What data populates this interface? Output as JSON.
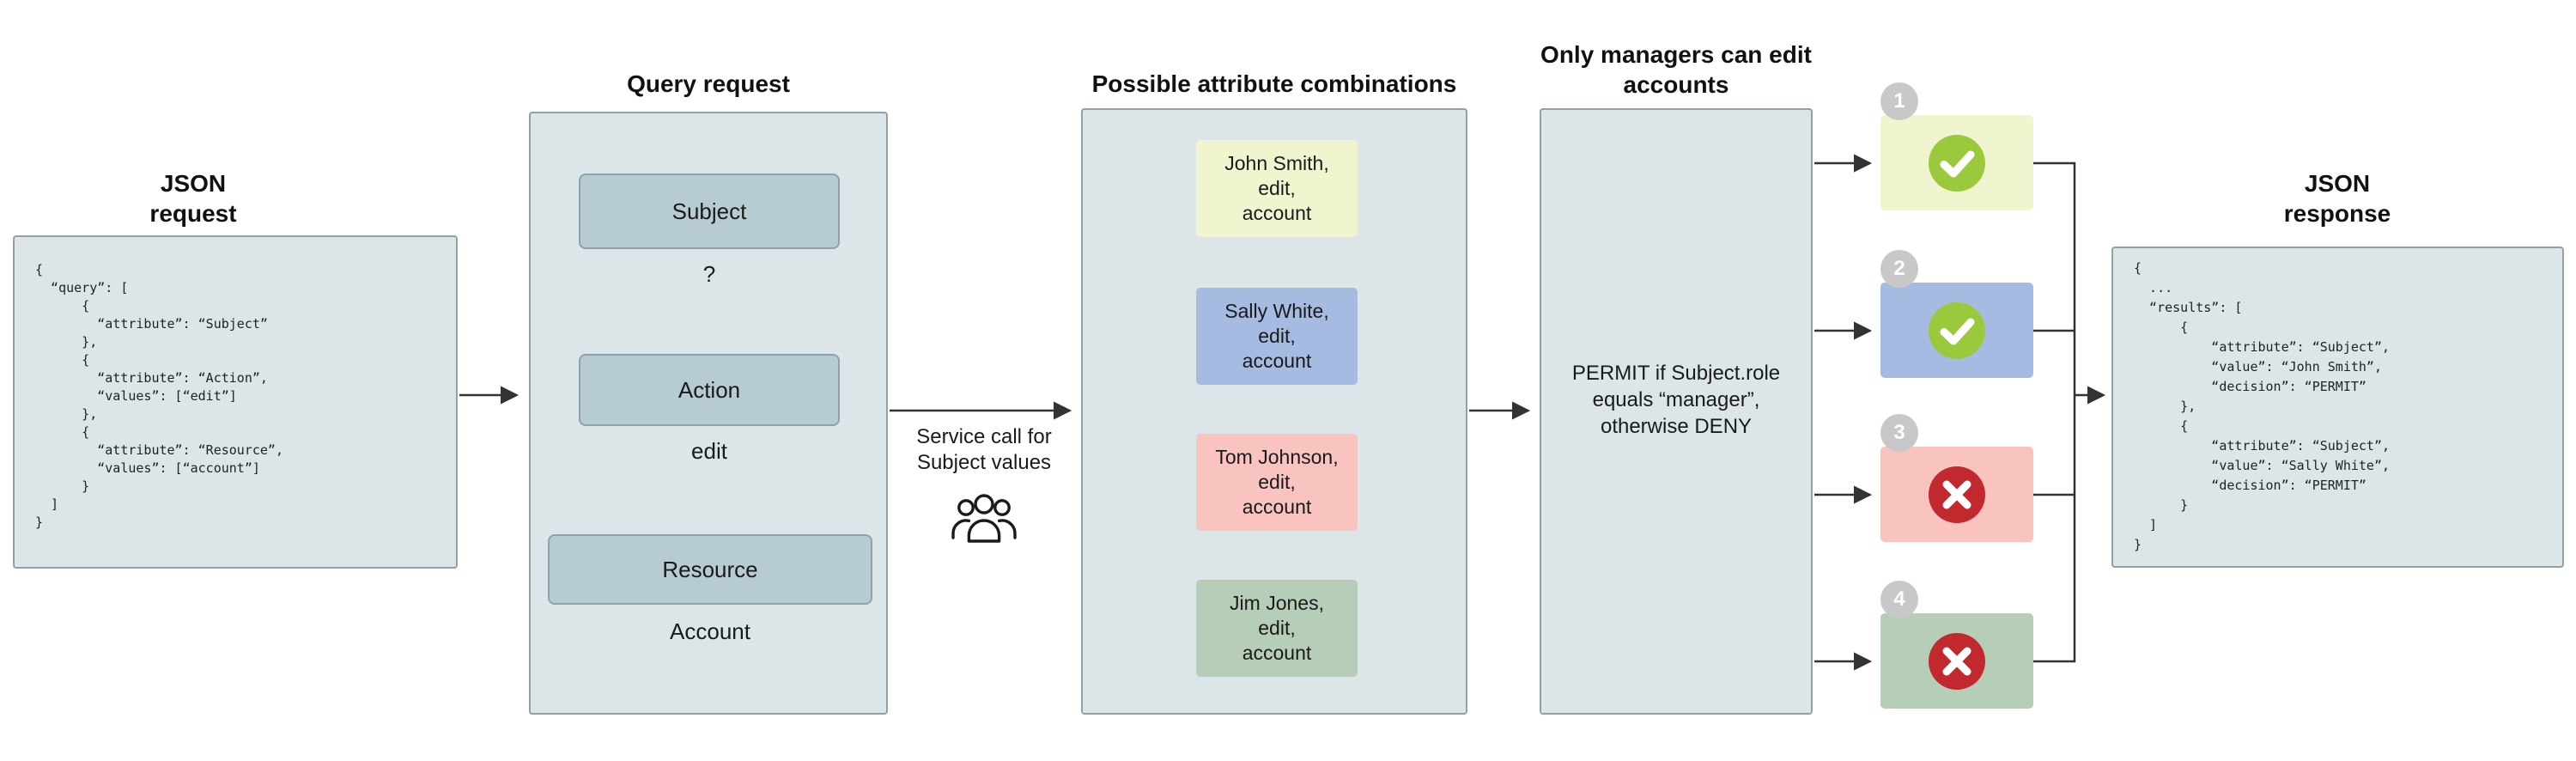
{
  "headings": {
    "json_request": [
      "JSON",
      "request"
    ],
    "query_request": "Query request",
    "combinations": "Possible attribute combinations",
    "policy": [
      "Only managers can edit",
      "accounts"
    ],
    "json_response": [
      "JSON",
      "response"
    ]
  },
  "request_code": "{\n  “query”: [\n      {\n        “attribute”: “Subject”\n      },\n      {\n        “attribute”: “Action”,\n        “values”: [“edit”]\n      },\n      {\n        “attribute”: “Resource”,\n        “values”: [“account”]\n      }\n  ]\n}",
  "response_code": "{\n  ...\n  “results”: [\n      {\n          “attribute”: “Subject”,\n          “value”: “John Smith”,\n          “decision”: “PERMIT”\n      },\n      {\n          “attribute”: “Subject”,\n          “value”: “Sally White”,\n          “decision”: “PERMIT”\n      }\n  ]\n}",
  "query_box": {
    "subject": {
      "label": "Subject",
      "value": "?"
    },
    "action": {
      "label": "Action",
      "value": "edit"
    },
    "resource": {
      "label": "Resource",
      "value": "Account"
    }
  },
  "service_call": {
    "line1": "Service call for",
    "line2": "Subject values",
    "icon": "people-group-icon"
  },
  "policy_text": "PERMIT if Subject.role equals “manager”, otherwise DENY",
  "combination_cards": [
    {
      "text": "John Smith,\nedit,\naccount",
      "color": "#f1f5cf"
    },
    {
      "text": "Sally White,\nedit,\naccount",
      "color": "#a5bbe2"
    },
    {
      "text": "Tom Johnson,\nedit,\naccount",
      "color": "#f9c3c0"
    },
    {
      "text": "Jim Jones,\nedit,\naccount",
      "color": "#b6cdb8"
    }
  ],
  "result_cards": [
    {
      "number": "1",
      "outcome": "permit",
      "color": "#f1f5cf"
    },
    {
      "number": "2",
      "outcome": "permit",
      "color": "#a5bbe2"
    },
    {
      "number": "3",
      "outcome": "deny",
      "color": "#f9c3c0"
    },
    {
      "number": "4",
      "outcome": "deny",
      "color": "#b6cdb8"
    }
  ],
  "colors": {
    "panel": "#dce6e8",
    "inner_button": "#b7cbd2",
    "permit": "#9aca3b",
    "deny": "#c1292f",
    "badge": "#c8c8c8"
  }
}
